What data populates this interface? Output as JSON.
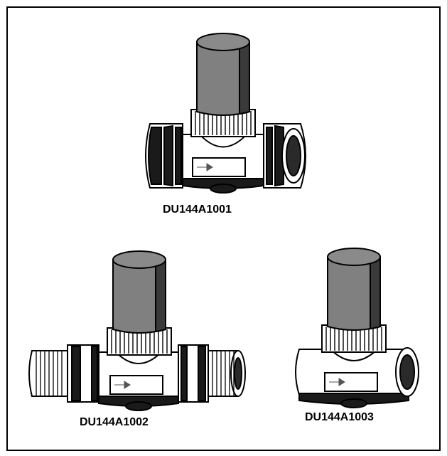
{
  "figure": {
    "products": [
      {
        "code": "DU144A1001",
        "connection": "union-nut"
      },
      {
        "code": "DU144A1002",
        "connection": "male-thread"
      },
      {
        "code": "DU144A1003",
        "connection": "female-thread"
      }
    ],
    "colors": {
      "line": "#000000",
      "actuator_body": "#808080",
      "actuator_shadow": "#3a3a3a",
      "valve_body": "#ffffff",
      "dark_fill": "#1a1a1a"
    },
    "icons": [
      "flow-arrow-icon"
    ]
  }
}
